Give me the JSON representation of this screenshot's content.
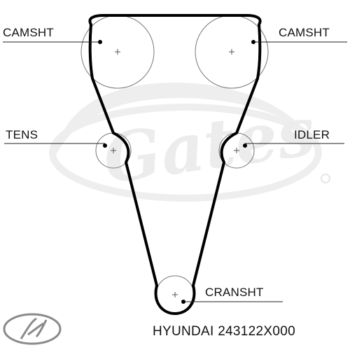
{
  "diagram": {
    "labels": {
      "camsht_left": "CAMSHT",
      "camsht_right": "CAMSHT",
      "tens": "TENS",
      "idler": "IDLER",
      "cransht": "CRANSHT"
    },
    "caption": "HYUNDAI 243122X000",
    "watermark_text": "Gates",
    "logo": "hyundai-logo",
    "colors": {
      "belt": "#000000",
      "watermark": "#eeeeee",
      "pulley_outline": "#777777"
    }
  }
}
